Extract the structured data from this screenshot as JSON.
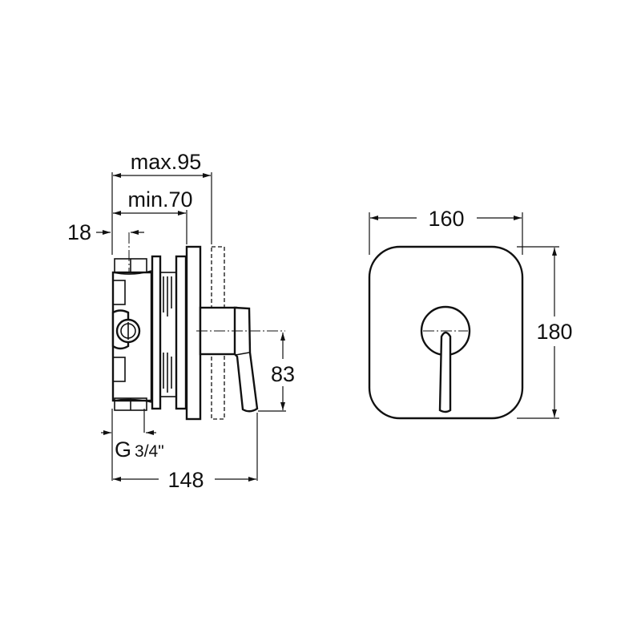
{
  "side_view": {
    "dim_max_depth": "max.95",
    "dim_min_depth": "min.70",
    "dim_offset": "18",
    "dim_handle_height": "83",
    "dim_connection": "G",
    "dim_connection_fraction": "3/4\"",
    "dim_total_depth": "148"
  },
  "front_view": {
    "dim_width": "160",
    "dim_height": "180"
  }
}
